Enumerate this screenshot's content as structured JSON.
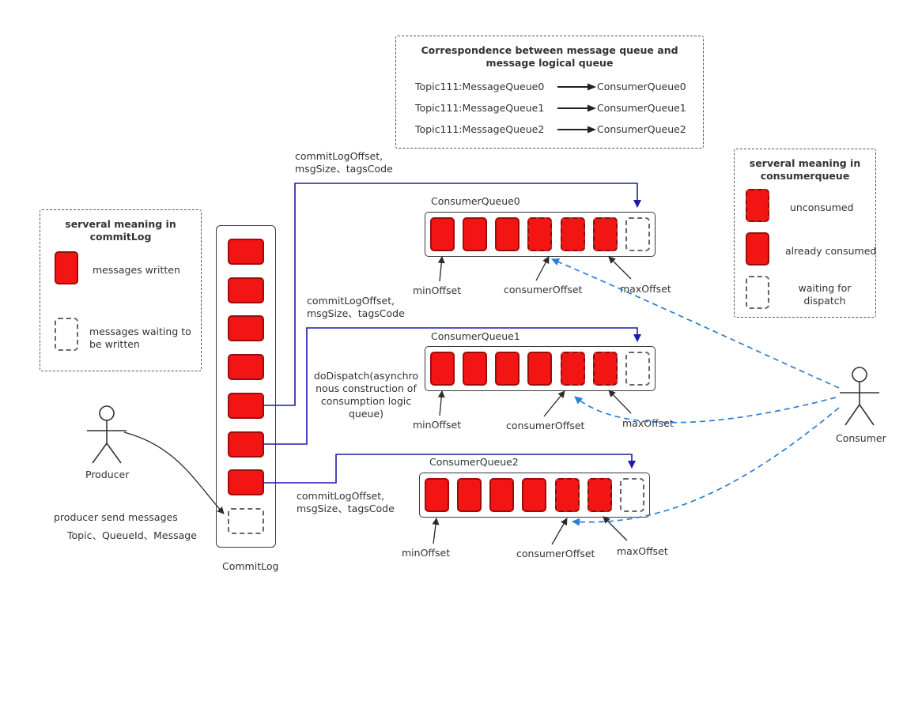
{
  "correspondence": {
    "title": "Correspondence between message queue and\nmessage logical queue",
    "rows": [
      {
        "from": "Topic111:MessageQueue0",
        "to": "ConsumerQueue0"
      },
      {
        "from": "Topic111:MessageQueue1",
        "to": "ConsumerQueue1"
      },
      {
        "from": "Topic111:MessageQueue2",
        "to": "ConsumerQueue2"
      }
    ]
  },
  "commitlog_legend": {
    "title": "serveral meaning in\ncommitLog",
    "items": [
      {
        "label": "messages written",
        "style": "written"
      },
      {
        "label": "messages waiting to\nbe written",
        "style": "waiting"
      }
    ]
  },
  "consumerqueue_legend": {
    "title": "serveral meaning in\nconsumerqueue",
    "items": [
      {
        "label": "unconsumed",
        "style": "unconsumed"
      },
      {
        "label": "already consumed",
        "style": "consumed"
      },
      {
        "label": "waiting for\ndispatch",
        "style": "waiting"
      }
    ]
  },
  "commitlog": {
    "label": "CommitLog",
    "cells": [
      "written",
      "written",
      "written",
      "written",
      "written",
      "written",
      "written",
      "waiting"
    ]
  },
  "queues": [
    {
      "title": "ConsumerQueue0",
      "cells": [
        "consumed",
        "consumed",
        "consumed",
        "unconsumed",
        "unconsumed",
        "unconsumed",
        "waiting"
      ],
      "min_label": "minOffset",
      "consumer_label": "consumerOffset",
      "max_label": "maxOffset"
    },
    {
      "title": "ConsumerQueue1",
      "cells": [
        "consumed",
        "consumed",
        "consumed",
        "consumed",
        "unconsumed",
        "unconsumed",
        "waiting"
      ],
      "min_label": "minOffset",
      "consumer_label": "consumerOffset",
      "max_label": "maxOffset"
    },
    {
      "title": "ConsumerQueue2",
      "cells": [
        "consumed",
        "consumed",
        "consumed",
        "consumed",
        "unconsumed",
        "unconsumed",
        "waiting"
      ],
      "min_label": "minOffset",
      "consumer_label": "consumerOffset",
      "max_label": "maxOffset"
    }
  ],
  "annotations": {
    "dispatch_attrs_queue0": "commitLogOffset,\nmsgSize、tagsCode",
    "dispatch_attrs_queue1": "commitLogOffset,\nmsgSize、tagsCode",
    "dispatch_attrs_queue2": "commitLogOffset,\nmsgSize、tagsCode",
    "dispatch_note": "doDispatch(asynchro\nnous construction of\nconsumption logic\nqueue)",
    "producer_note_line1": "producer send messages",
    "producer_note_line2": "Topic、QueueId、Message"
  },
  "producer": {
    "label": "Producer"
  },
  "consumer": {
    "label": "Consumer"
  },
  "colors": {
    "cell_red": "#f31414",
    "dispatch_arrow": "#1c1caa",
    "consume_arrow": "#2b7fd4"
  }
}
